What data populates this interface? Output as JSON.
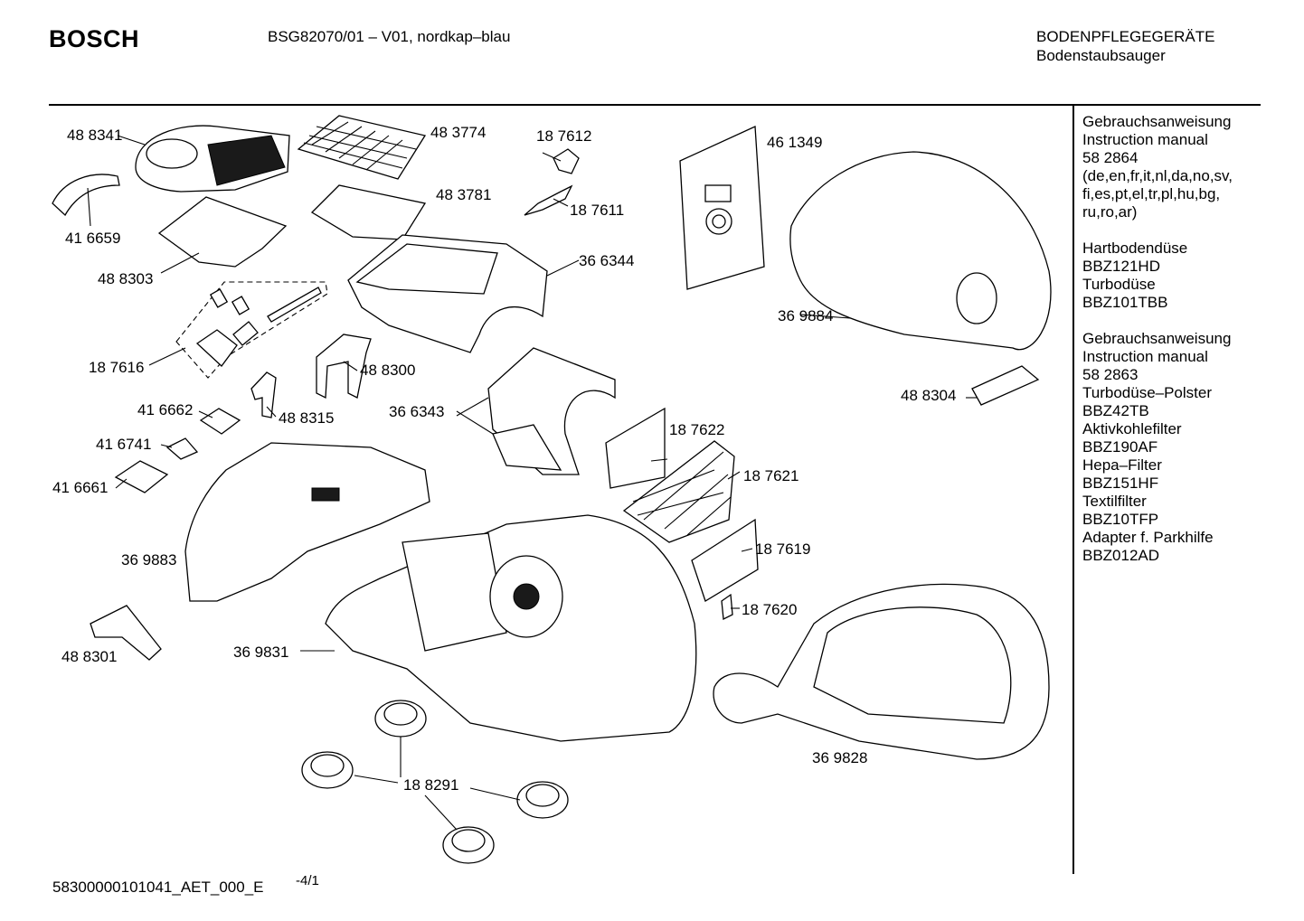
{
  "header": {
    "brand": "BOSCH",
    "model": "BSG82070/01  – V01, nordkap–blau",
    "category": "BODENPFLEGEGERÄTE",
    "subcategory": "Bodenstaubsauger"
  },
  "footer": {
    "code": "58300000101041_AET_000_E",
    "page": "-4/1"
  },
  "sidebar": {
    "groups": [
      [
        "Gebrauchsanweisung",
        "Instruction manual",
        "58 2864",
        "(de,en,fr,it,nl,da,no,sv,",
        "fi,es,pt,el,tr,pl,hu,bg,",
        "ru,ro,ar)"
      ],
      [
        "Hartbodendüse",
        "BBZ121HD",
        "Turbodüse",
        "BBZ101TBB"
      ],
      [
        "Gebrauchsanweisung",
        "Instruction manual",
        "58 2863",
        "Turbodüse–Polster",
        "BBZ42TB",
        "Aktivkohlefilter",
        "BBZ190AF",
        "Hepa–Filter",
        "BBZ151HF",
        "Textilfilter",
        "BBZ10TFP",
        "Adapter f. Parkhilfe",
        "BBZ012AD"
      ]
    ]
  },
  "parts": {
    "p488341": "48 8341",
    "p416659": "41 6659",
    "p488303": "48 8303",
    "p483774": "48 3774",
    "p483781": "48 3781",
    "p187612": "18 7612",
    "p187611": "18 7611",
    "p366344": "36 6344",
    "p461349": "46 1349",
    "p369884": "36 9884",
    "p488304": "48 8304",
    "p187616": "18 7616",
    "p488300": "48 8300",
    "p488315": "48 8315",
    "p416662": "41 6662",
    "p416741": "41 6741",
    "p416661": "41 6661",
    "p366343": "36 6343",
    "p187622": "18 7622",
    "p187621": "18 7621",
    "p187619": "18 7619",
    "p187620": "18 7620",
    "p369883": "36 9883",
    "p369831": "36 9831",
    "p488301": "48 8301",
    "p369828": "36 9828",
    "p188291": "18 8291"
  }
}
